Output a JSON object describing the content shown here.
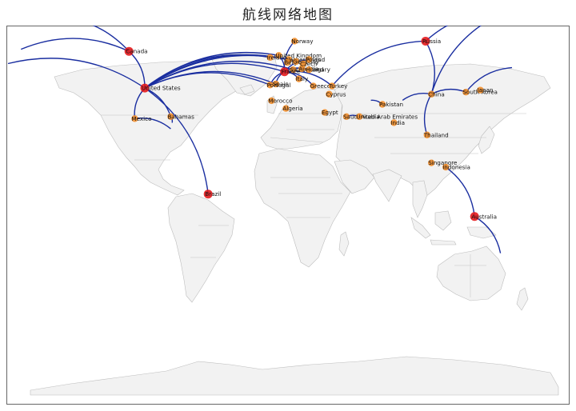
{
  "title": "航线网络地图",
  "colors": {
    "route": "#1a2ea0",
    "hub": "#e41a1c",
    "city": "#f28e2b"
  },
  "cities": [
    {
      "name": "Canada",
      "lon": -106,
      "lat": 56,
      "type": "hub"
    },
    {
      "name": "United States",
      "lon": -95,
      "lat": 38,
      "type": "hub"
    },
    {
      "name": "Mexico",
      "lon": -102,
      "lat": 23,
      "type": "city"
    },
    {
      "name": "Bahamas",
      "lon": -77,
      "lat": 24,
      "type": "city"
    },
    {
      "name": "Brazil",
      "lon": -51,
      "lat": -14,
      "type": "hub"
    },
    {
      "name": "Norway",
      "lon": 9,
      "lat": 61,
      "type": "city"
    },
    {
      "name": "United Kingdom",
      "lon": -2,
      "lat": 54,
      "type": "city"
    },
    {
      "name": "Ireland",
      "lon": -8,
      "lat": 53,
      "type": "city"
    },
    {
      "name": "Netherlands",
      "lon": 5,
      "lat": 52,
      "type": "city"
    },
    {
      "name": "Belgium",
      "lon": 4,
      "lat": 50.5,
      "type": "city"
    },
    {
      "name": "Germany",
      "lon": 10,
      "lat": 51,
      "type": "city"
    },
    {
      "name": "Poland",
      "lon": 19,
      "lat": 52,
      "type": "city"
    },
    {
      "name": "Switzerland",
      "lon": 8,
      "lat": 47,
      "type": "city"
    },
    {
      "name": "Austria",
      "lon": 14,
      "lat": 47.5,
      "type": "city"
    },
    {
      "name": "France",
      "lon": 2,
      "lat": 46,
      "type": "hub"
    },
    {
      "name": "Czech",
      "lon": 15,
      "lat": 49.8,
      "type": "city"
    },
    {
      "name": "Hungary",
      "lon": 19,
      "lat": 47,
      "type": "city"
    },
    {
      "name": "Italy",
      "lon": 12,
      "lat": 42.5,
      "type": "city"
    },
    {
      "name": "Spain",
      "lon": -4,
      "lat": 40,
      "type": "city"
    },
    {
      "name": "Portugal",
      "lon": -8,
      "lat": 39.5,
      "type": "city"
    },
    {
      "name": "Greece",
      "lon": 22,
      "lat": 39,
      "type": "city"
    },
    {
      "name": "Turkey",
      "lon": 35,
      "lat": 39,
      "type": "city"
    },
    {
      "name": "Cyprus",
      "lon": 33,
      "lat": 35,
      "type": "city"
    },
    {
      "name": "Morocco",
      "lon": -7,
      "lat": 31.8,
      "type": "city"
    },
    {
      "name": "Algeria",
      "lon": 3,
      "lat": 28,
      "type": "city"
    },
    {
      "name": "Egypt",
      "lon": 30,
      "lat": 26,
      "type": "city"
    },
    {
      "name": "Saudi Arabia",
      "lon": 45,
      "lat": 24,
      "type": "city"
    },
    {
      "name": "United Arab Emirates",
      "lon": 54,
      "lat": 24,
      "type": "city"
    },
    {
      "name": "Pakistan",
      "lon": 70,
      "lat": 30,
      "type": "city"
    },
    {
      "name": "India",
      "lon": 78,
      "lat": 21,
      "type": "city"
    },
    {
      "name": "Russia",
      "lon": 100,
      "lat": 61,
      "type": "hub"
    },
    {
      "name": "China",
      "lon": 104,
      "lat": 35,
      "type": "city"
    },
    {
      "name": "South Korea",
      "lon": 128,
      "lat": 36,
      "type": "city"
    },
    {
      "name": "Japan",
      "lon": 138,
      "lat": 37,
      "type": "city"
    },
    {
      "name": "Thailand",
      "lon": 101,
      "lat": 15,
      "type": "city"
    },
    {
      "name": "Singapore",
      "lon": 104,
      "lat": 1.3,
      "type": "city"
    },
    {
      "name": "Indonesia",
      "lon": 114,
      "lat": -0.8,
      "type": "city"
    },
    {
      "name": "Australia",
      "lon": 134,
      "lat": -25,
      "type": "hub"
    }
  ],
  "routes": [
    {
      "from": "United States",
      "to": "Canada"
    },
    {
      "from": "United States",
      "to": "Mexico"
    },
    {
      "from": "United States",
      "to": "Bahamas"
    },
    {
      "from": "United States",
      "to": "Brazil"
    },
    {
      "from": "United States",
      "to": "United Kingdom"
    },
    {
      "from": "United States",
      "to": "Ireland"
    },
    {
      "from": "United States",
      "to": "Netherlands"
    },
    {
      "from": "United States",
      "to": "Germany"
    },
    {
      "from": "United States",
      "to": "France"
    },
    {
      "from": "United States",
      "to": "Spain"
    },
    {
      "from": "United States",
      "to": "Portugal"
    },
    {
      "from": "United States",
      "to": "Switzerland"
    },
    {
      "from": "France",
      "to": "Norway"
    },
    {
      "from": "France",
      "to": "Poland"
    },
    {
      "from": "France",
      "to": "Italy"
    },
    {
      "from": "France",
      "to": "Greece"
    },
    {
      "from": "France",
      "to": "Turkey"
    },
    {
      "from": "France",
      "to": "Spain"
    },
    {
      "from": "France",
      "to": "Portugal"
    },
    {
      "from": "France",
      "to": "United Kingdom"
    },
    {
      "from": "France",
      "to": "Hungary"
    },
    {
      "from": "France",
      "to": "Austria"
    },
    {
      "from": "Russia",
      "to": "China"
    },
    {
      "from": "Russia",
      "to": "Turkey"
    },
    {
      "from": "China",
      "to": "Thailand"
    },
    {
      "from": "South Korea",
      "to": "China"
    },
    {
      "from": "Saudi Arabia",
      "to": "United Arab Emirates"
    },
    {
      "from": "Australia",
      "to": "Indonesia"
    }
  ],
  "offmap_routes": [
    {
      "from": "Canada",
      "dlon": -55,
      "dlat": 17
    },
    {
      "from": "Canada",
      "dlon": -75,
      "dlat": 1
    },
    {
      "from": "United States",
      "dlon": -95,
      "dlat": 12
    },
    {
      "from": "Russia",
      "dlon": 60,
      "dlat": 14
    },
    {
      "from": "China",
      "dlon": 50,
      "dlat": 40
    },
    {
      "from": "South Korea",
      "dlon": 32,
      "dlat": 12
    },
    {
      "from": "Australia",
      "dlon": 18,
      "dlat": -18
    },
    {
      "from": "Bahamas",
      "dlon": 1,
      "dlat": -3
    },
    {
      "from": "Mexico",
      "dlon": 25,
      "dlat": -5
    },
    {
      "from": "Pakistan",
      "dlon": -8,
      "dlat": 2
    },
    {
      "from": "China",
      "dlon": -20,
      "dlat": -3
    }
  ]
}
